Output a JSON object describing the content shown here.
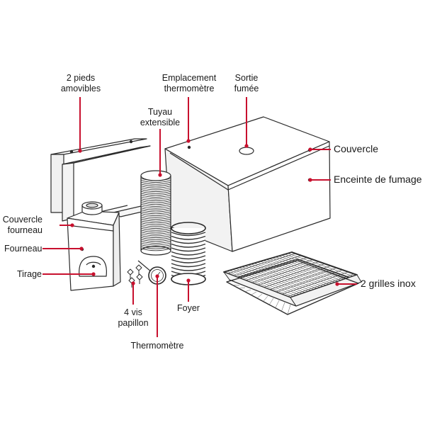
{
  "colors": {
    "leader": "#c8102e",
    "line": "#2b2b2b",
    "fill": "#ffffff",
    "shade": "#e6e6e6"
  },
  "labels": {
    "pieds": [
      "2 pieds",
      "amovibles"
    ],
    "emplacement": [
      "Emplacement",
      "thermomètre"
    ],
    "sortie": [
      "Sortie",
      "fumée"
    ],
    "tuyau": [
      "Tuyau",
      "extensible"
    ],
    "couvercle": "Couvercle",
    "enceinte": "Enceinte de fumage",
    "couvercle_fourneau": [
      "Couvercle",
      "fourneau"
    ],
    "fourneau": "Fourneau",
    "tirage": "Tirage",
    "grilles": "2 grilles inox",
    "vis": [
      "4 vis",
      "papillon"
    ],
    "foyer": "Foyer",
    "thermometre": "Thermomètre"
  }
}
